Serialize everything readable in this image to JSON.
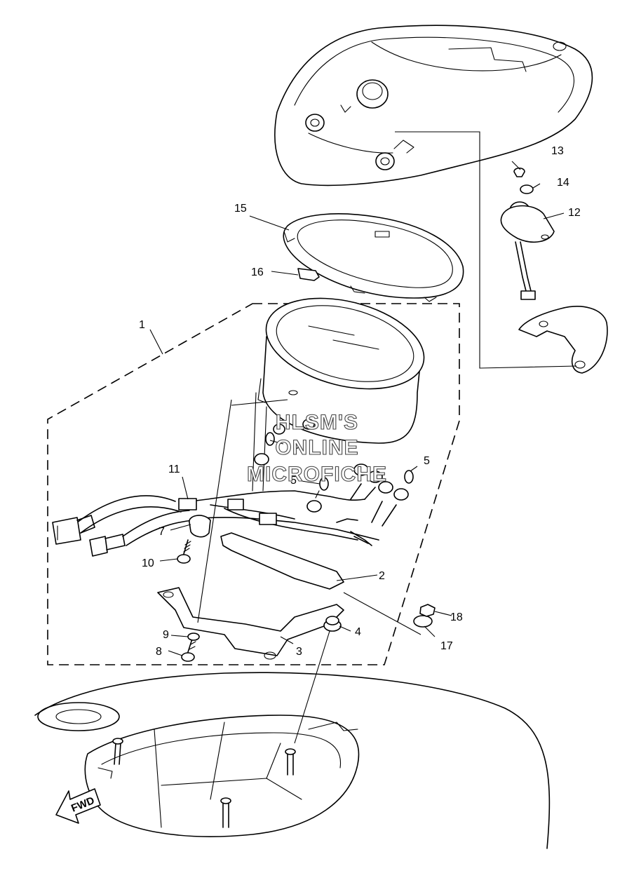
{
  "watermark": {
    "line1": "HLSM'S",
    "line2": "ONLINE",
    "line3": "MICROFICHE"
  },
  "direction_arrow": "FWD",
  "callouts": {
    "c1": "1",
    "c2": "2",
    "c3": "3",
    "c4": "4",
    "c5a": "5",
    "c5b": "5",
    "c6": "6",
    "c7": "7",
    "c8": "8",
    "c9": "9",
    "c10": "10",
    "c11": "11",
    "c12": "12",
    "c13": "13",
    "c14": "14",
    "c15": "15",
    "c16": "16",
    "c17": "17",
    "c18": "18"
  }
}
